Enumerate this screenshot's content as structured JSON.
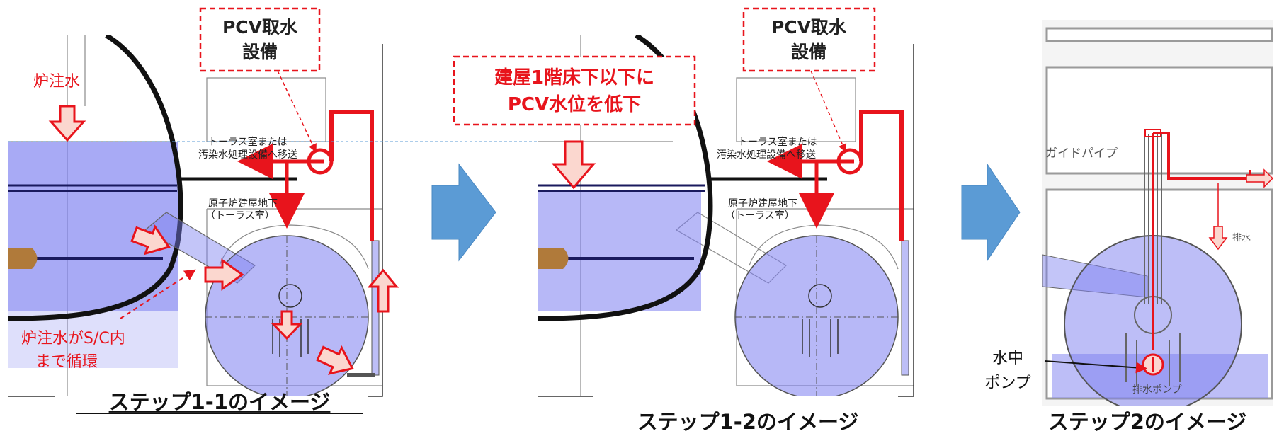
{
  "steps": [
    {
      "caption": "ステップ1-1のイメージ",
      "pcv_label_line1": "PCV取水",
      "pcv_label_line2": "設備",
      "injection_label": "炉注水",
      "transfer_line1": "トーラス室または",
      "transfer_line2": "汚染水処理設備へ移送",
      "basement_line1": "原子炉建屋地下",
      "basement_line2": "（トーラス室）",
      "circulation_line1": "炉注水がS/C内",
      "circulation_line2": "まで循環"
    },
    {
      "caption": "ステップ1-2のイメージ",
      "pcv_label_line1": "PCV取水",
      "pcv_label_line2": "設備",
      "lower_level_line1": "建屋1階床下以下に",
      "lower_level_line2": "PCV水位を低下",
      "transfer_line1": "トーラス室または",
      "transfer_line2": "汚染水処理設備へ移送",
      "basement_line1": "原子炉建屋地下",
      "basement_line2": "（トーラス室）"
    },
    {
      "caption": "ステップ2のイメージ",
      "guide_pipe_label": "ガイドパイプ",
      "drain_label": "排水",
      "pump_inner_label": "排水ポンプ",
      "submersible_line1": "水中",
      "submersible_line2": "ポンプ"
    }
  ],
  "colors": {
    "accent_red": "#e8141c",
    "water_blue": "#7b7ef0",
    "arrow_blue": "#5b9bd5",
    "arrow_pink": "#fbd7cf"
  }
}
